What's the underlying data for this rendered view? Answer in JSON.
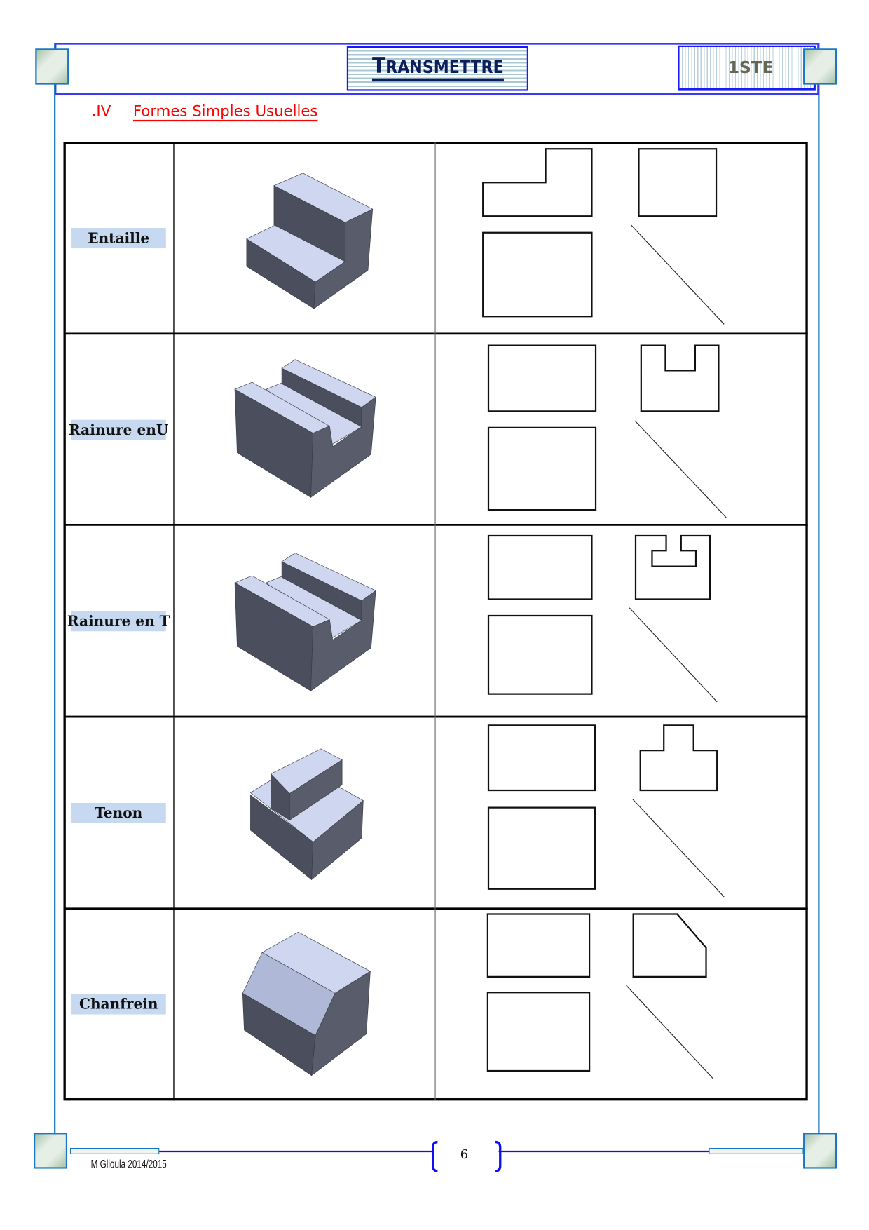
{
  "header": {
    "title": "TRANSMETTRE",
    "level": "1STE"
  },
  "section": {
    "number": ".IV",
    "title": "Formes Simples Usuelles"
  },
  "rows": [
    {
      "label": "Entaille"
    },
    {
      "label": "Rainure enU"
    },
    {
      "label": "Rainure en T"
    },
    {
      "label": "Tenon"
    },
    {
      "label": "Chanfrein"
    }
  ],
  "footer": {
    "author": "M Glioula 2014/2015",
    "page": "6"
  },
  "colors": {
    "frame": "#3a3aff",
    "accent_red": "#ff0000",
    "label_bg": "#c6d9f1",
    "face_top": "#cfd6f0",
    "face_dark": "#4b4e5c"
  }
}
